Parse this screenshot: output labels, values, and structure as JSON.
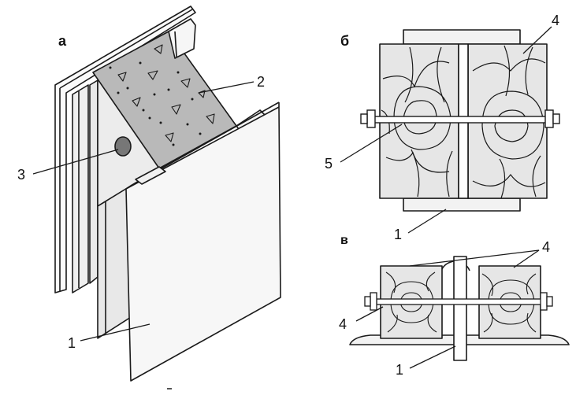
{
  "panels": {
    "a": {
      "letter": "а"
    },
    "b": {
      "letter": "б"
    },
    "v": {
      "letter": "в"
    }
  },
  "callouts": {
    "a_1": "1",
    "a_2": "2",
    "a_3": "3",
    "b_4": "4",
    "b_5": "5",
    "b_1": "1",
    "v_4_top": "4",
    "v_4_left": "4",
    "v_1": "1"
  },
  "colors": {
    "stroke": "#1a1a1a",
    "concrete_fill": "#b9b9b9",
    "block_fill": "#e6e6e6",
    "steel_fill": "#f2f2f2",
    "background": "#ffffff"
  }
}
